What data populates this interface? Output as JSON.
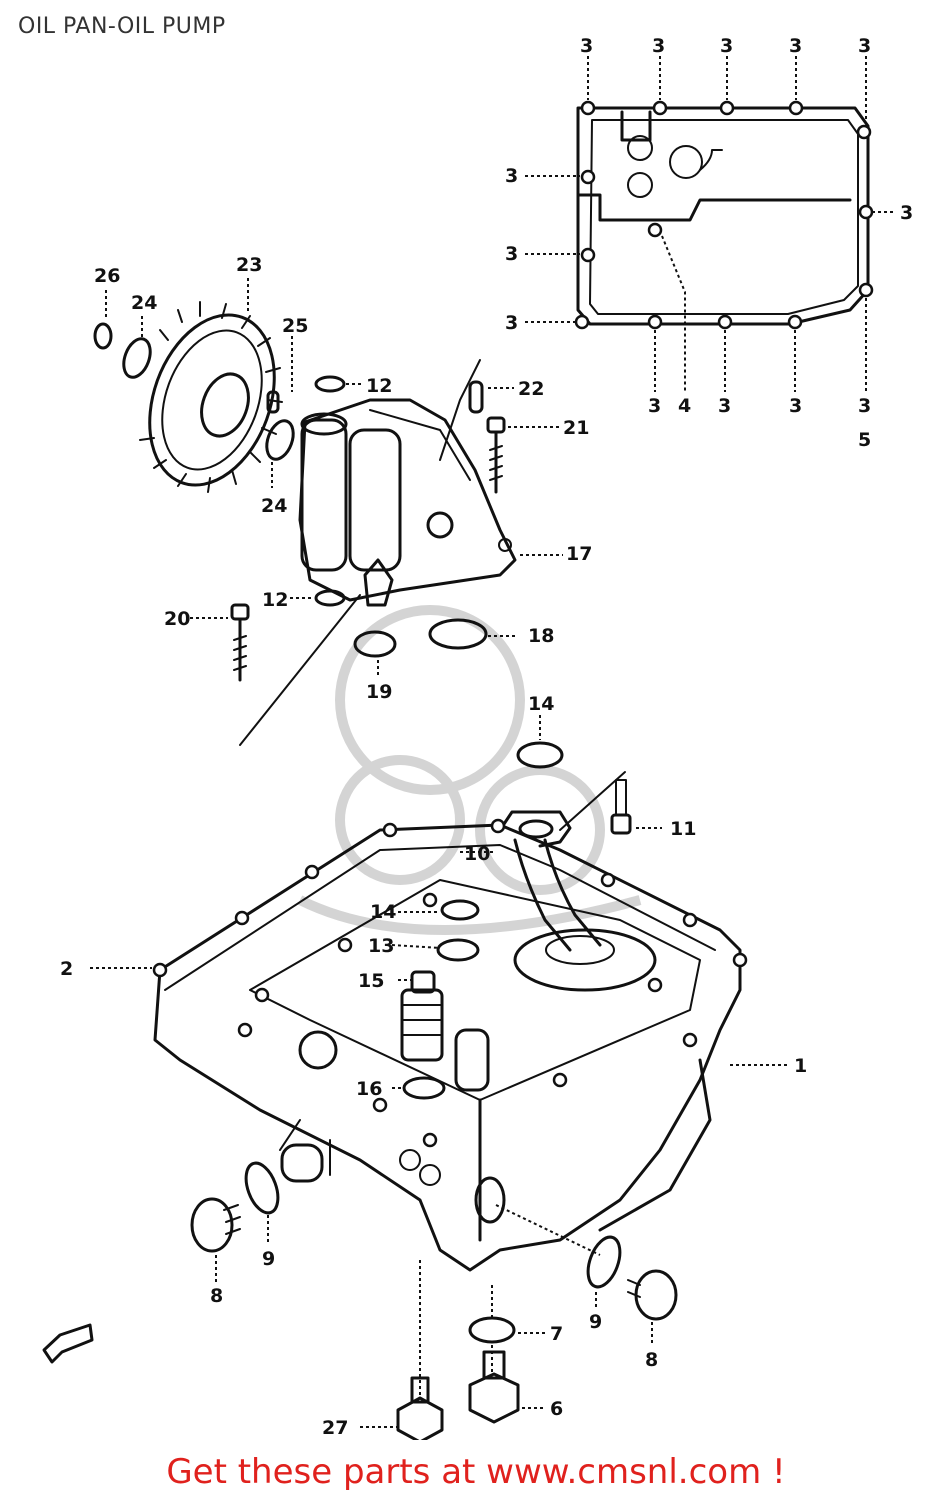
{
  "title": "OIL PAN-OIL PUMP",
  "footer": {
    "cta": "Get these parts at www.cmsnl.com !"
  },
  "callouts": {
    "c1": "1",
    "c2": "2",
    "c3": "3",
    "c4": "4",
    "c5": "5",
    "c6": "6",
    "c7": "7",
    "c8": "8",
    "c9": "9",
    "c10": "10",
    "c11": "11",
    "c12": "12",
    "c13": "13",
    "c14": "14",
    "c15": "15",
    "c16": "16",
    "c17": "17",
    "c18": "18",
    "c19": "19",
    "c20": "20",
    "c21": "21",
    "c22": "22",
    "c23": "23",
    "c24": "24",
    "c25": "25",
    "c26": "26",
    "c27": "27"
  },
  "colors": {
    "cta": "#e0211d",
    "ink": "#111111",
    "watermark": "#d4d4d4"
  }
}
